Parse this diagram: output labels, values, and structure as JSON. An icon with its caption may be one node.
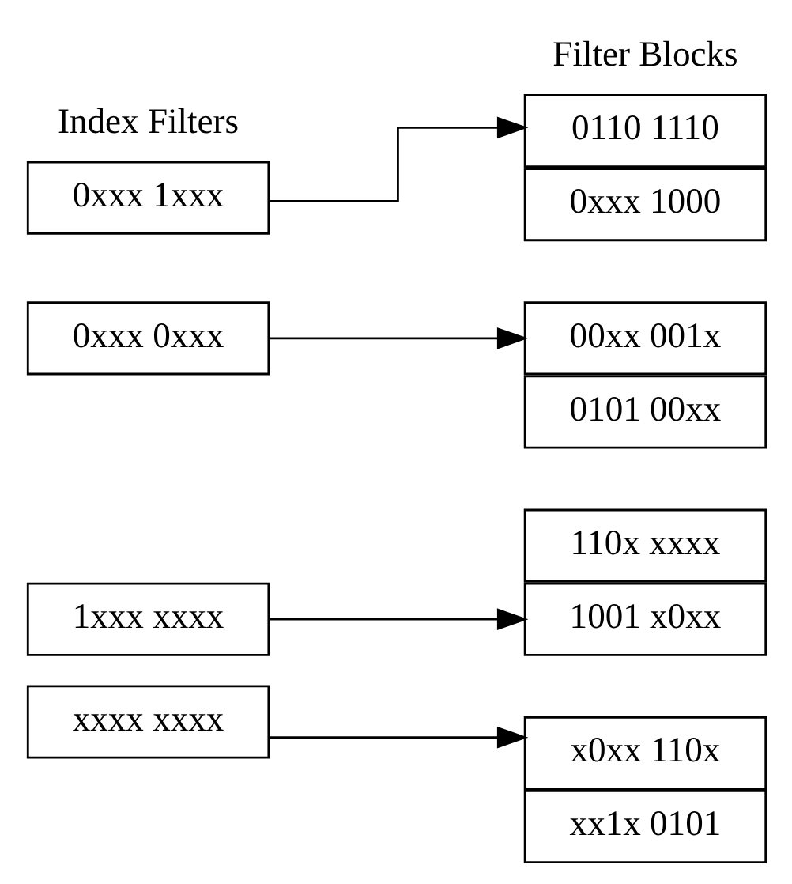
{
  "diagram": {
    "nodes": [
      {
        "text": [
          "0xxx 1xxx"
        ]
      },
      {
        "text": [
          "0xxx 0xxx"
        ]
      },
      {
        "text": [
          "1xxx xxxx"
        ]
      },
      {
        "text": [
          "xxxx xxxx"
        ]
      },
      {
        "text": [
          "0110 1110"
        ]
      },
      {
        "text": [
          "0xxx 1000"
        ]
      },
      {
        "text": [
          "00xx 001x"
        ]
      },
      {
        "text": [
          "0101 00xx"
        ]
      },
      {
        "text": [
          "110x xxxx"
        ]
      },
      {
        "text": [
          "1001 x0xx"
        ]
      },
      {
        "text": [
          "x0xx 110x"
        ]
      },
      {
        "text": [
          "xx1x 0101"
        ]
      }
    ],
    "edges": [
      {
        "from": 0,
        "to": 4,
        "arrow": "to"
      },
      {
        "from": 1,
        "to": 6,
        "arrow": "to"
      },
      {
        "from": 2,
        "to": 9,
        "arrow": "to"
      },
      {
        "from": 3,
        "to": 10,
        "arrow": "to"
      }
    ],
    "labels": [
      "Filter Blocks",
      "Index Filters"
    ]
  }
}
